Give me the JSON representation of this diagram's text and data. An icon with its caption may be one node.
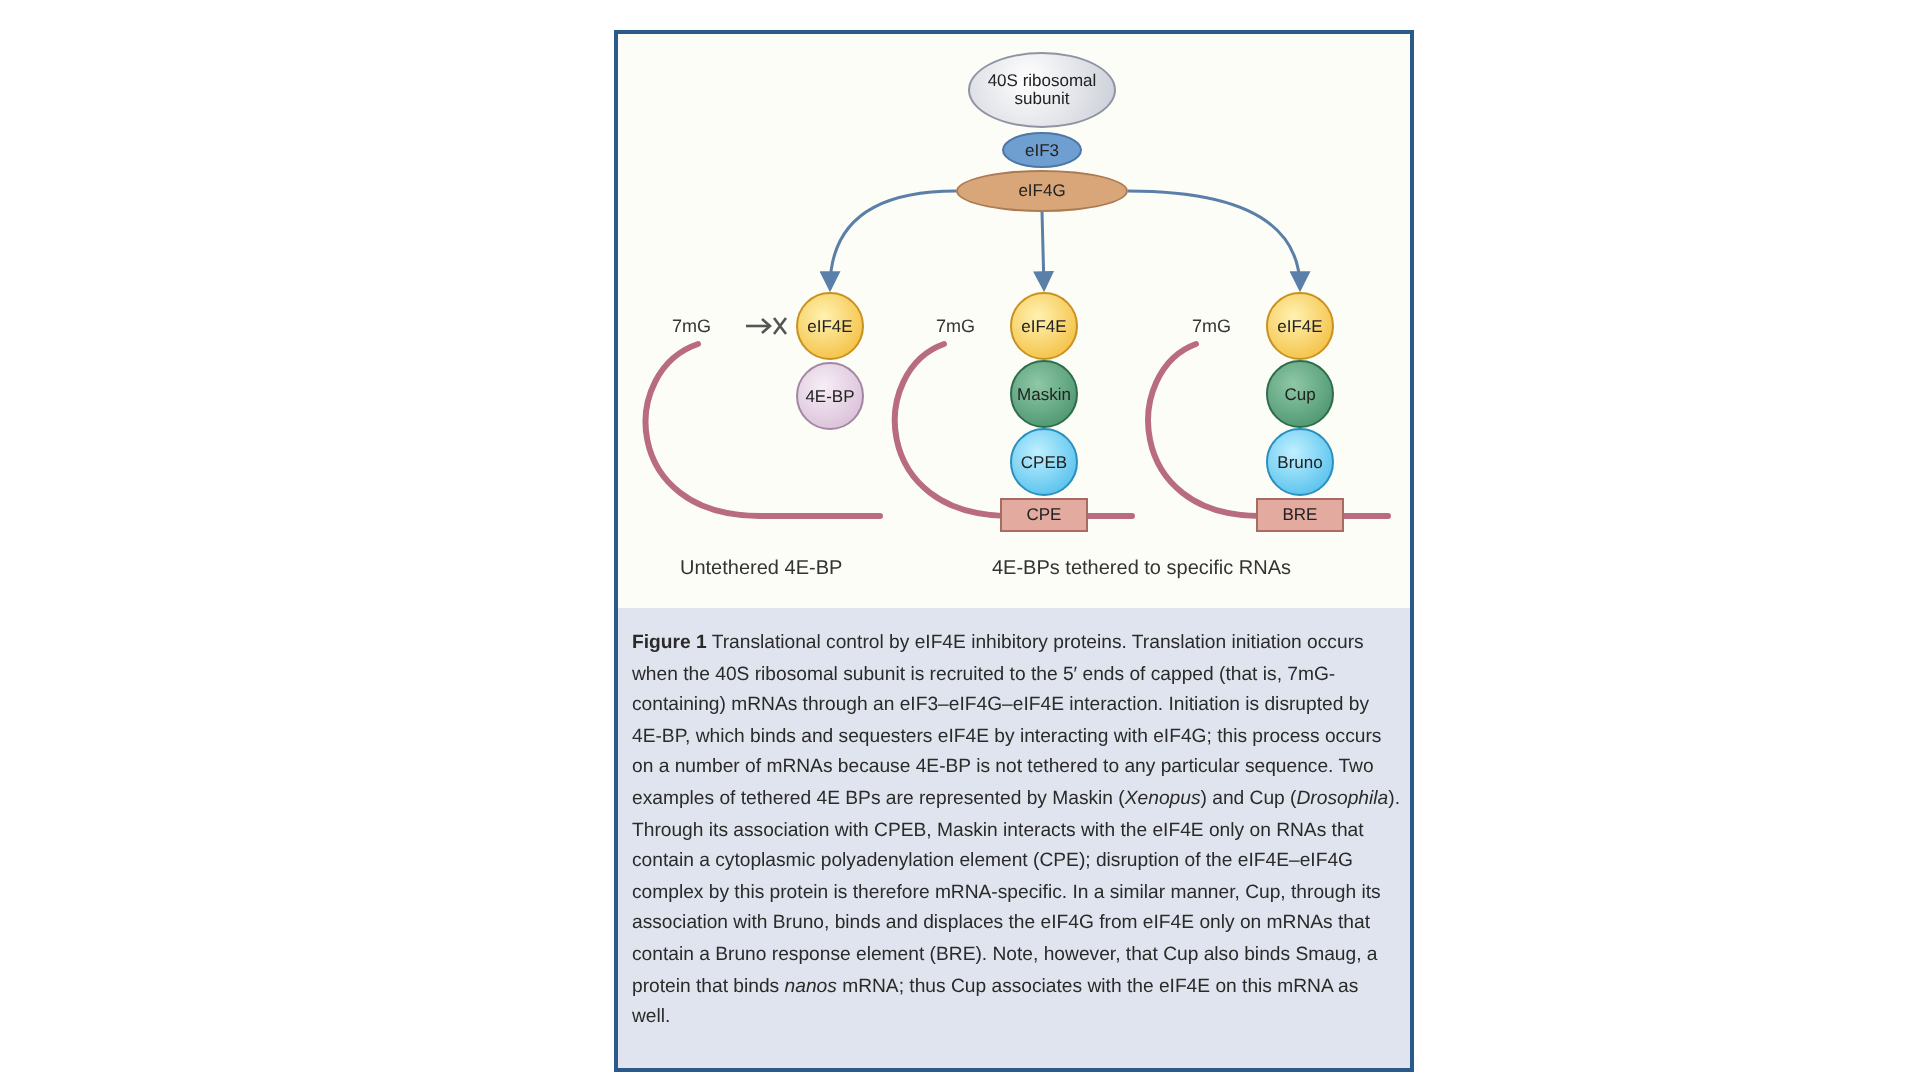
{
  "diagram": {
    "caption": "**Figure 1** Translational control by eIF4E inhibitory proteins. Translation initiation occurs when the 40S ribosomal subunit is recruited to the 5′ ends of capped (that is, 7mG-containing) mRNAs through an eIF3–eIF4G–eIF4E interaction. Initiation is disrupted by 4E-BP, which binds and sequesters eIF4E by interacting with eIF4G; this process occurs on a number of mRNAs because 4E-BP is not tethered to any particular sequence. Two examples of tethered 4E BPs are represented by Maskin (*Xenopus*) and Cup (*Drosophila*). Through its association with CPEB, Maskin interacts with the eIF4E only on RNAs that contain a cytoplasmic polyadenylation element (CPE); disruption of the eIF4E–eIF4G complex by this protein is therefore mRNA-specific. In a similar manner, Cup, through its association with Bruno, binds and displaces the eIF4G from eIF4E only on mRNAs that contain a Bruno response element (BRE). Note, however, that Cup also binds Smaug, a protein that binds *nanos* mRNA; thus Cup associates with the eIF4E on this mRNA as well.",
    "nodes": [
      {
        "text": [
          "40S ribosomal subunit"
        ]
      },
      {
        "text": [
          "eIF3"
        ]
      },
      {
        "text": [
          "eIF4G"
        ]
      },
      {
        "text": [
          "eIF4E"
        ]
      },
      {
        "text": [
          "4E-BP"
        ]
      },
      {
        "text": [
          "eIF4E"
        ]
      },
      {
        "text": [
          "Maskin"
        ]
      },
      {
        "text": [
          "CPEB"
        ]
      },
      {
        "text": [
          "CPE"
        ]
      },
      {
        "text": [
          "eIF4E"
        ]
      },
      {
        "text": [
          "Cup"
        ]
      },
      {
        "text": [
          "Bruno"
        ]
      },
      {
        "text": [
          "BRE"
        ]
      }
    ],
    "edges": [
      {
        "from": 2,
        "to": 3,
        "arrow": "to"
      },
      {
        "from": 2,
        "to": 5,
        "arrow": "to"
      },
      {
        "from": 2,
        "to": 9,
        "arrow": "to"
      }
    ],
    "labels": [
      "7mG",
      "7mG",
      "7mG",
      "Untethered 4E-BP",
      "4E-BPs tethered to specific RNAs"
    ]
  }
}
